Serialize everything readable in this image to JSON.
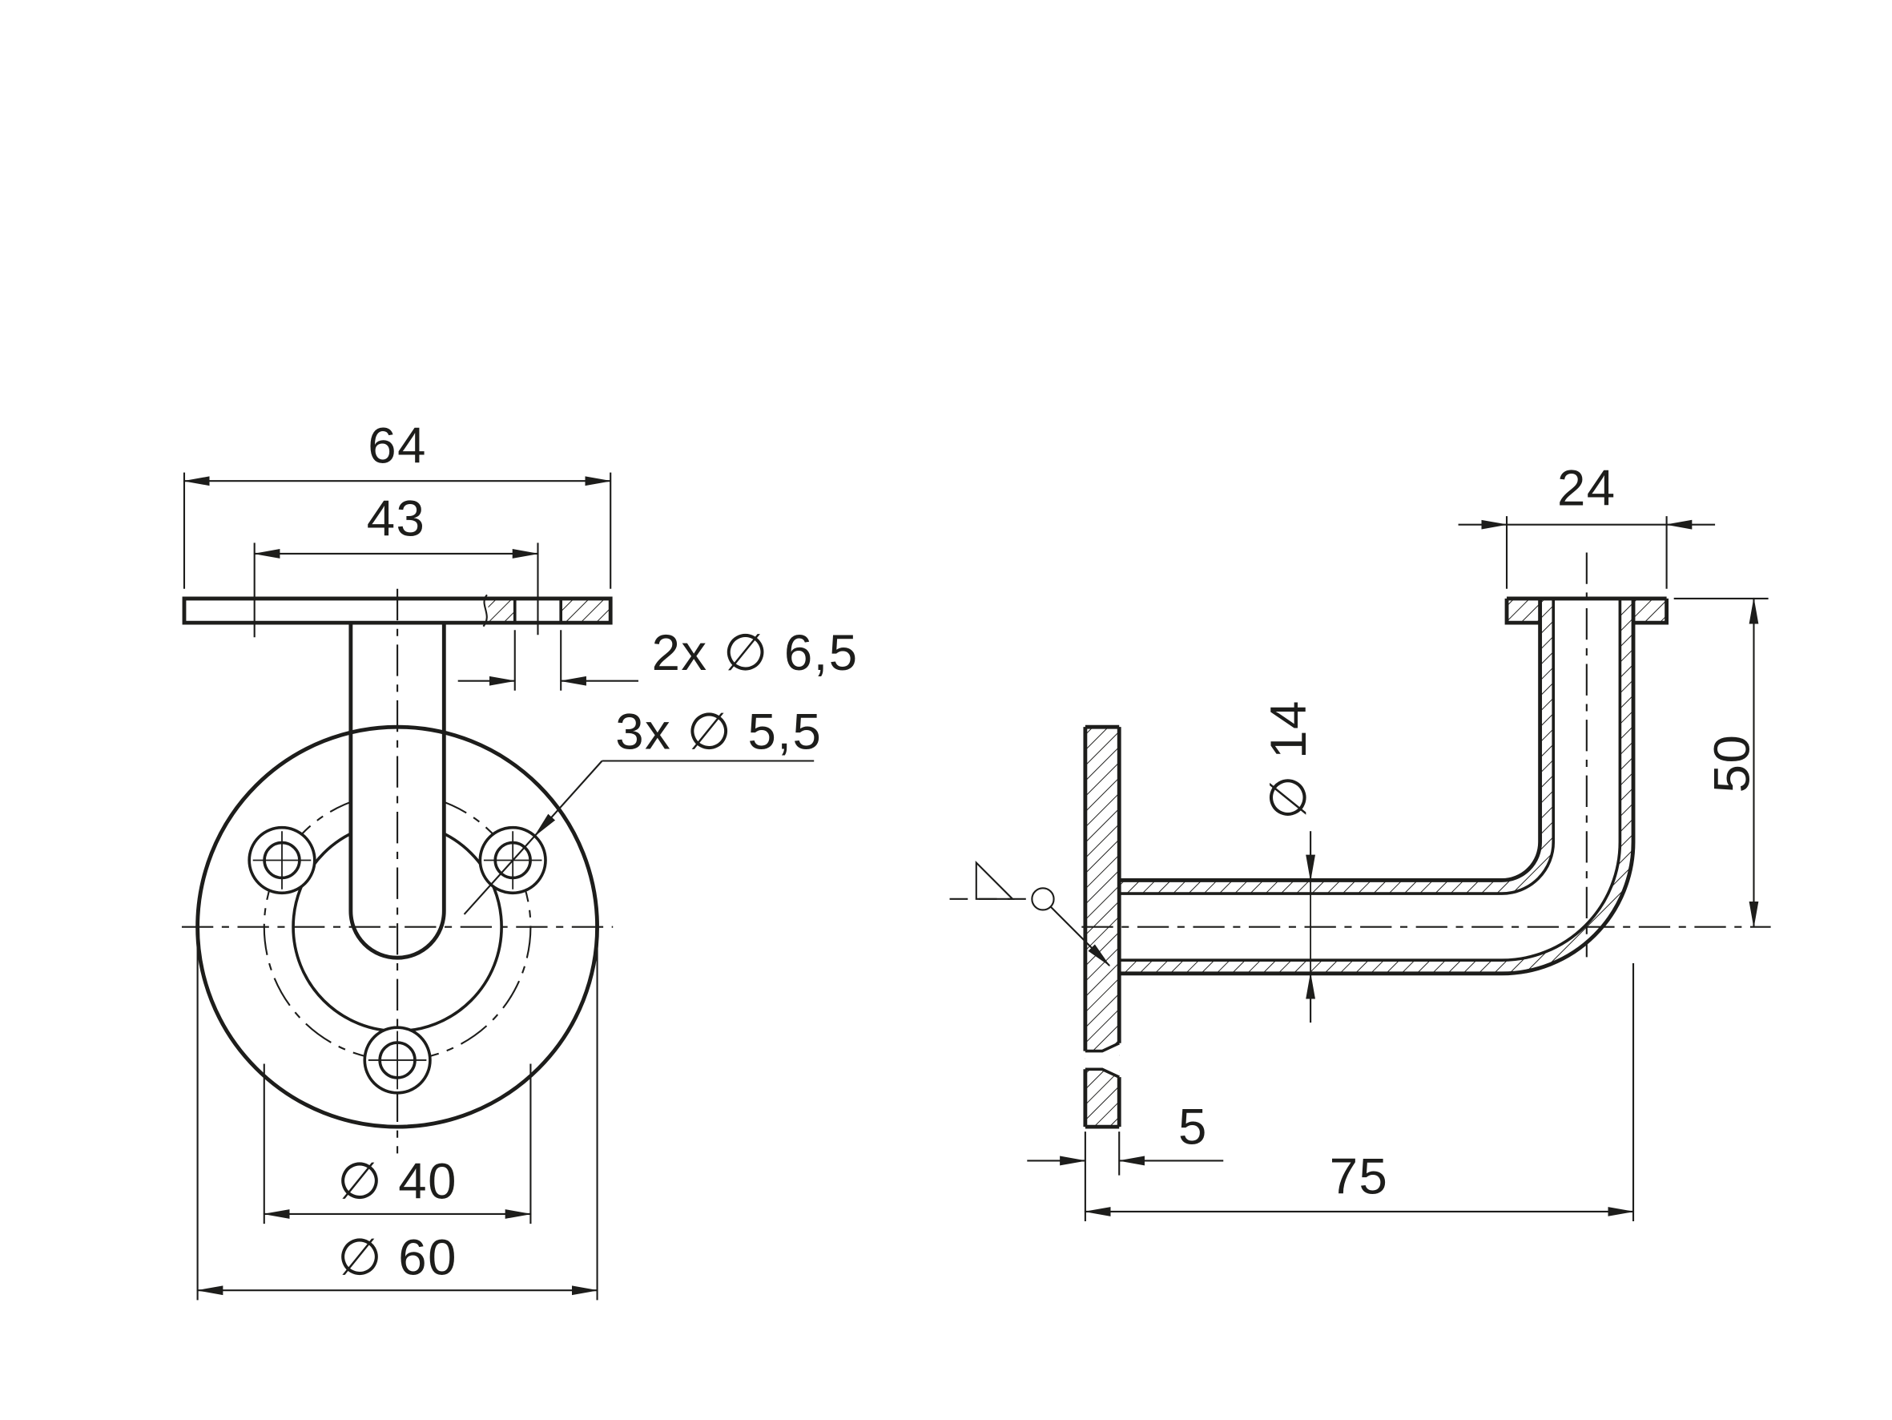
{
  "colors": {
    "ink": "#1d1d1b",
    "paper": "#ffffff"
  },
  "dims": {
    "front": {
      "plate_width": "64",
      "hole_spacing": "43",
      "plate_holes": "2x ∅ 6,5",
      "flange_holes": "3x ∅ 5,5",
      "bolt_circle": "∅ 40",
      "flange_diameter": "∅ 60"
    },
    "side": {
      "plate_depth": "24",
      "height": "50",
      "arm_diameter": "∅ 14",
      "wall_plate_thickness": "5",
      "projection": "75"
    }
  }
}
